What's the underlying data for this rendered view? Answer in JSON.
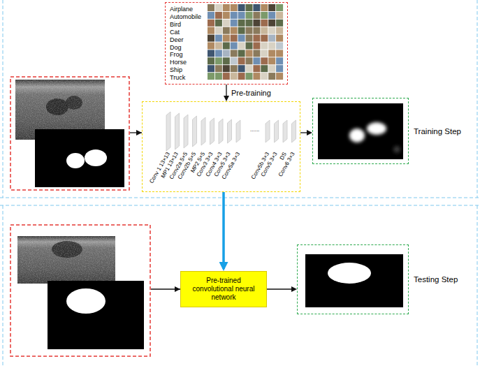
{
  "diagram": {
    "nodes": [
      {
        "text": [
          "Airplane",
          "Automobile",
          "Bird",
          "Cat",
          "Deer",
          "Dog",
          "Frog",
          "Horse",
          "Ship",
          "Truck"
        ]
      },
      {
        "text": [
          "Conv 1 13×13",
          "MP1 13×13",
          "Conv2a 5×5",
          "Conv2b 5×5",
          "MP2 5×5",
          "Conv3 3×3",
          "Conv4 3×3",
          "Conv5 3×3",
          "Conv5a 3×3",
          "......",
          "Conv5b 3×3",
          "Conv5 3×3",
          "DS",
          "Conv6 3×3"
        ]
      },
      {
        "text": [
          "Training Step"
        ]
      },
      {
        "text": [
          "Pre-trained convolutional neural network"
        ]
      },
      {
        "text": [
          "Testing Step"
        ]
      }
    ],
    "edges": [
      {
        "from": 0,
        "to": 1,
        "arrow": "to",
        "label": "Pre-training"
      },
      {
        "from": 1,
        "to": 2,
        "arrow": "to"
      },
      {
        "from": 1,
        "to": 3,
        "arrow": "to"
      },
      {
        "from": 3,
        "to": 4,
        "arrow": "to"
      }
    ]
  }
}
